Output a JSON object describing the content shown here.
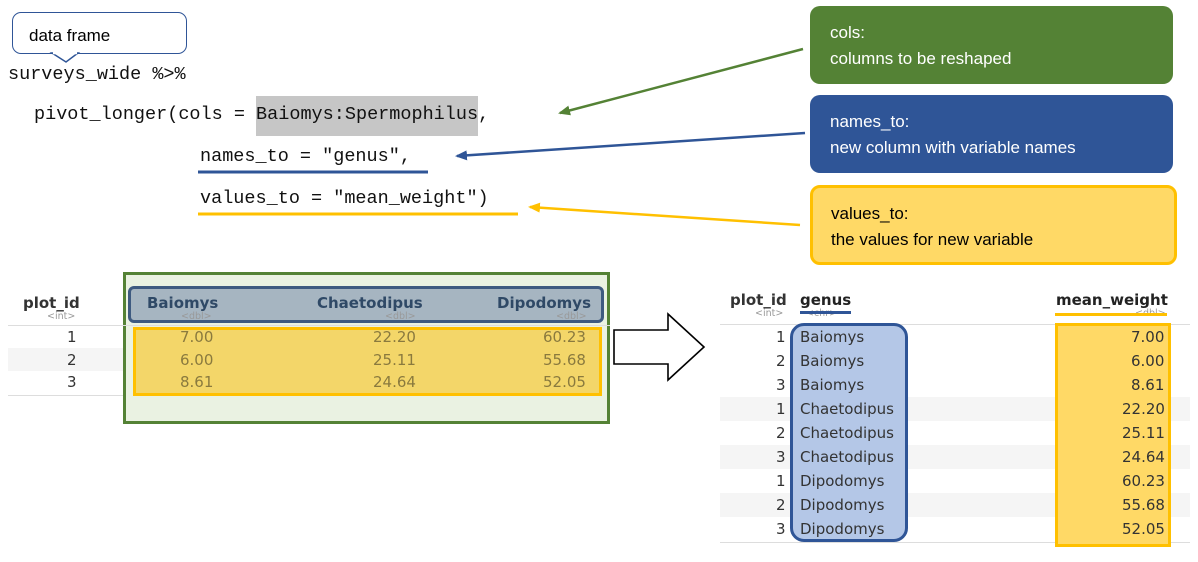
{
  "bubble": {
    "label": "data frame"
  },
  "code": {
    "line1": "surveys_wide %>%",
    "line2_pre": "pivot_longer(cols = ",
    "line2_hl": "Baiomys:Spermophilus",
    "line2_post": ",",
    "line3": "names_to = \"genus\",",
    "line4": "values_to = \"mean_weight\")"
  },
  "callouts": [
    {
      "title": "cols:",
      "desc": "columns to be reshaped",
      "color": "#548235"
    },
    {
      "title": "names_to:",
      "desc": "new column with variable names",
      "color": "#2f5597"
    },
    {
      "title": "values_to:",
      "desc": "the values for new variable",
      "color": "#ffd966"
    }
  ],
  "colors": {
    "green": "#548235",
    "blue": "#2f5597",
    "gold": "#ffc000"
  },
  "wide_table": {
    "headers": [
      {
        "name": "plot_id",
        "type": "<int>"
      },
      {
        "name": "Baiomys",
        "type": "<dbl>"
      },
      {
        "name": "Chaetodipus",
        "type": "<dbl>"
      },
      {
        "name": "Dipodomys",
        "type": "<dbl>"
      }
    ],
    "rows": [
      [
        "1",
        "7.00",
        "22.20",
        "60.23"
      ],
      [
        "2",
        "6.00",
        "25.11",
        "55.68"
      ],
      [
        "3",
        "8.61",
        "24.64",
        "52.05"
      ]
    ]
  },
  "long_table": {
    "headers": [
      {
        "name": "plot_id",
        "type": "<int>"
      },
      {
        "name": "genus",
        "type": "<chr>"
      },
      {
        "name": "mean_weight",
        "type": "<dbl>"
      }
    ],
    "rows": [
      [
        "1",
        "Baiomys",
        "7.00"
      ],
      [
        "2",
        "Baiomys",
        "6.00"
      ],
      [
        "3",
        "Baiomys",
        "8.61"
      ],
      [
        "1",
        "Chaetodipus",
        "22.20"
      ],
      [
        "2",
        "Chaetodipus",
        "25.11"
      ],
      [
        "3",
        "Chaetodipus",
        "24.64"
      ],
      [
        "1",
        "Dipodomys",
        "60.23"
      ],
      [
        "2",
        "Dipodomys",
        "55.68"
      ],
      [
        "3",
        "Dipodomys",
        "52.05"
      ]
    ]
  },
  "icons": {
    "transform_arrow": "right-arrow-icon"
  }
}
